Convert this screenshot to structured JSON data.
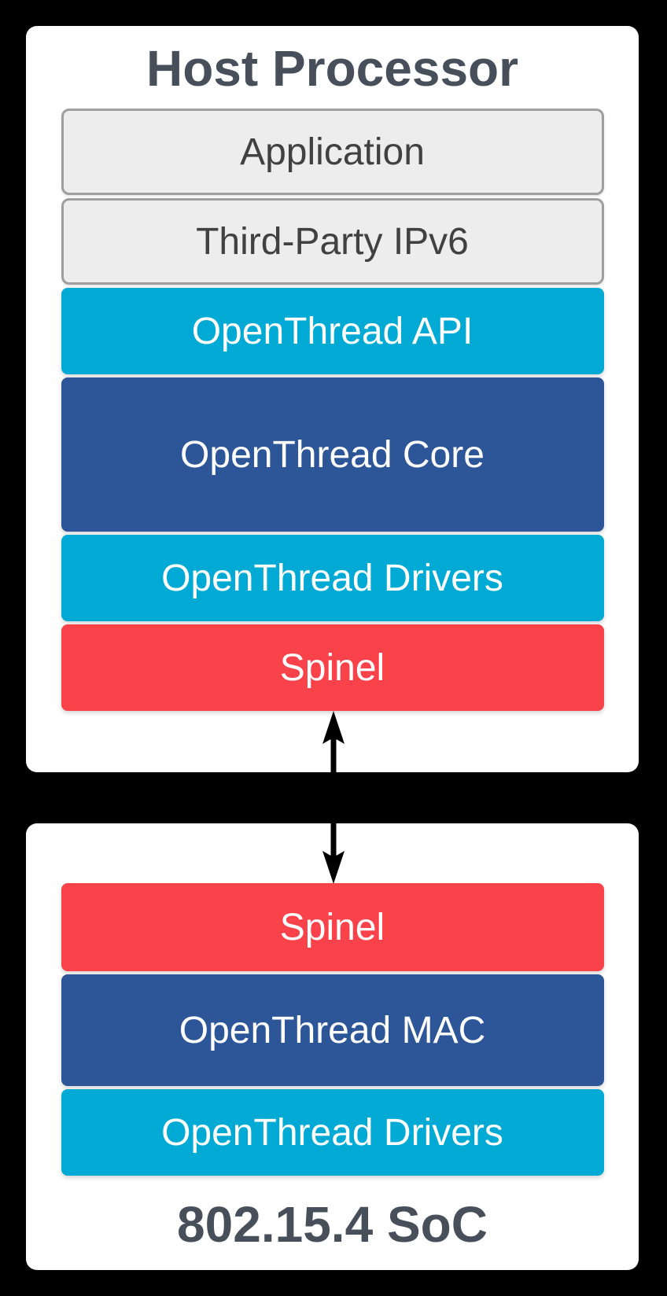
{
  "diagram": {
    "description": "OpenThread Network Co-Processor architecture stack",
    "connector": {
      "type": "double-headed-arrow",
      "orientation": "vertical"
    }
  },
  "colors": {
    "background": "#000000",
    "panel": "#FFFFFF",
    "cyan": "#00AAD4",
    "blue": "#2D5699",
    "red": "#F9424A",
    "gray_fill": "#EDEDED",
    "gray_border": "#9E9E9E",
    "title_text": "#47505A",
    "gray_text": "#414141",
    "layer_text": "#FFFFFF",
    "arrow": "#000000"
  },
  "host_processor": {
    "title": "Host Processor",
    "layers": [
      {
        "label": "Application",
        "color": "gray"
      },
      {
        "label": "Third-Party IPv6",
        "color": "gray"
      },
      {
        "label": "OpenThread API",
        "color": "cyan"
      },
      {
        "label": "OpenThread Core",
        "color": "blue"
      },
      {
        "label": "OpenThread Drivers",
        "color": "cyan"
      },
      {
        "label": "Spinel",
        "color": "red"
      }
    ]
  },
  "soc": {
    "title": "802.15.4 SoC",
    "layers": [
      {
        "label": "Spinel",
        "color": "red"
      },
      {
        "label": "OpenThread MAC",
        "color": "blue"
      },
      {
        "label": "OpenThread Drivers",
        "color": "cyan"
      }
    ]
  }
}
